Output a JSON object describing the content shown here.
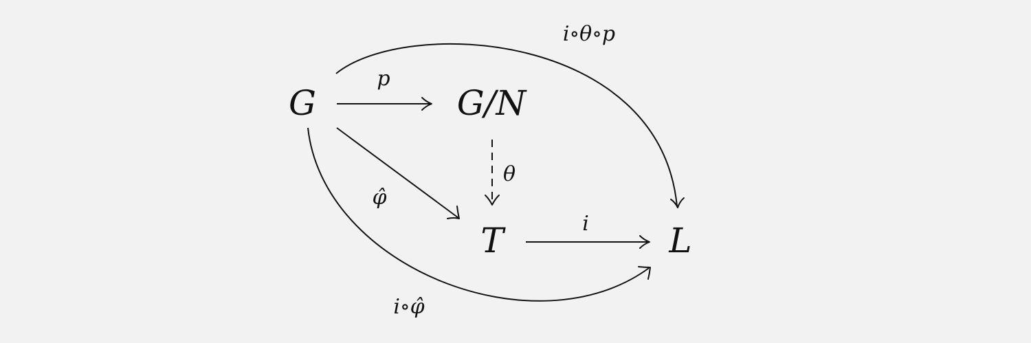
{
  "colors": {
    "background": "#f2f2f2",
    "ink": "#111111"
  },
  "nodes": {
    "g": "G",
    "gn": "G/N",
    "t": "T",
    "l": "L"
  },
  "edges": {
    "p": {
      "label": "p",
      "style": "solid"
    },
    "theta": {
      "label": "θ",
      "style": "dashed"
    },
    "phi_hat": {
      "label": "φ̂",
      "style": "solid"
    },
    "i": {
      "label": "i",
      "style": "solid"
    },
    "i_theta_p": {
      "label": "i∘θ∘p",
      "style": "solid"
    },
    "i_phi_hat": {
      "label": "i∘φ̂",
      "style": "solid"
    }
  }
}
